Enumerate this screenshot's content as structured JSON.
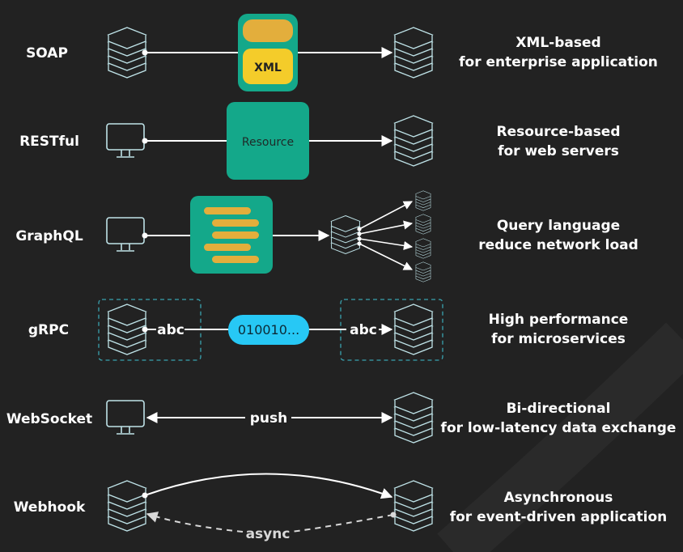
{
  "colors": {
    "background": "#222222",
    "icon_stroke": "#bfe3e8",
    "teal": "#14a88a",
    "teal_dark": "#0f8f75",
    "amber": "#e3ae3c",
    "yellow": "#f4cc2a",
    "cyan": "#27c8f5",
    "dashed_box": "#3aa3b0"
  },
  "rows": [
    {
      "name": "SOAP",
      "desc_line1": "XML-based",
      "desc_line2": "for enterprise application",
      "payload": "XML"
    },
    {
      "name": "RESTful",
      "desc_line1": "Resource-based",
      "desc_line2": "for web servers",
      "payload": "Resource"
    },
    {
      "name": "GraphQL",
      "desc_line1": "Query language",
      "desc_line2": "reduce network load"
    },
    {
      "name": "gRPC",
      "desc_line1": "High performance",
      "desc_line2": "for microservices",
      "left_label": "abc",
      "payload": "010010...",
      "right_label": "abc"
    },
    {
      "name": "WebSocket",
      "desc_line1": "Bi-directional",
      "desc_line2": "for low-latency data exchange",
      "payload": "push"
    },
    {
      "name": "Webhook",
      "desc_line1": "Asynchronous",
      "desc_line2": "for event-driven application",
      "payload": "async"
    }
  ]
}
